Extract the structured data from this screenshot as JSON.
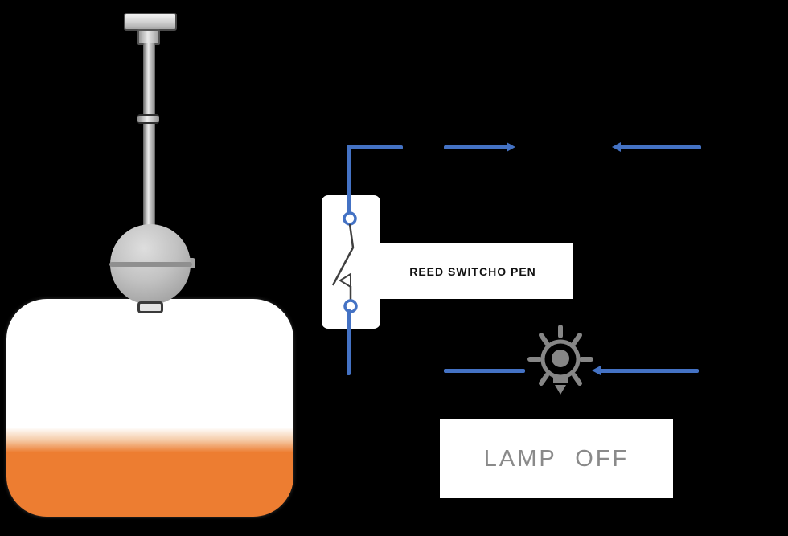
{
  "diagram": {
    "kind": "float-switch-reed-circuit",
    "background_color": "#000000"
  },
  "colors": {
    "wire_blue": "#4472C4",
    "liquid_orange": "#ED7D31",
    "metal_gray": "#bdbdbd",
    "lamp_icon_gray": "#868686",
    "reed_label_text": "#111111",
    "lamp_label_text": "#8a8a8a",
    "switch_symbol": "#3f3f3f"
  },
  "labels": {
    "reed_switch": "REED SWITCHO PEN",
    "lamp_status": "LAMP OFF"
  },
  "tank": {
    "fill_percent": 30,
    "liquid_color": "#ED7D31"
  },
  "switch": {
    "state": "open",
    "terminals": 2
  },
  "icons": {
    "lamp": "lightbulb-rays-icon",
    "float": "float-ball-icon",
    "reed": "reed-switch-open-symbol"
  }
}
